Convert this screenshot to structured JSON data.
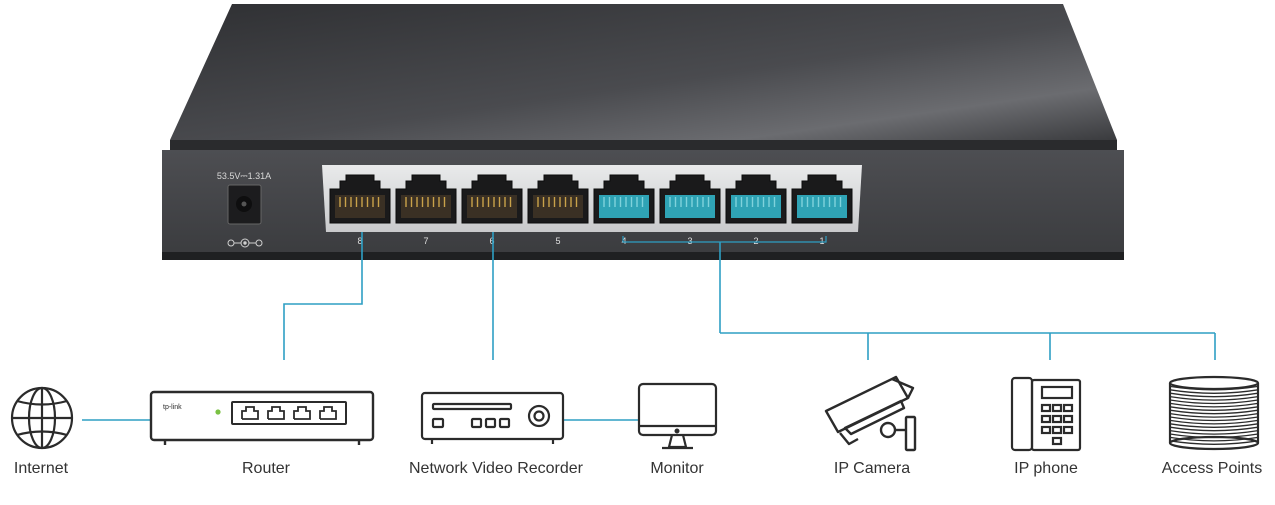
{
  "switch": {
    "power_rating": "53.5V⎓1.31A",
    "ports": [
      {
        "number": "8",
        "poe": false
      },
      {
        "number": "7",
        "poe": false
      },
      {
        "number": "6",
        "poe": false
      },
      {
        "number": "5",
        "poe": false
      },
      {
        "number": "4",
        "poe": true
      },
      {
        "number": "3",
        "poe": true
      },
      {
        "number": "2",
        "poe": true
      },
      {
        "number": "1",
        "poe": true
      }
    ]
  },
  "router_brand": "tp-link",
  "devices": [
    {
      "key": "internet",
      "label": "Internet",
      "icon": "globe-icon"
    },
    {
      "key": "router",
      "label": "Router",
      "icon": "router-icon"
    },
    {
      "key": "nvr",
      "label": "Network Video Recorder",
      "icon": "nvr-icon"
    },
    {
      "key": "monitor",
      "label": "Monitor",
      "icon": "monitor-icon"
    },
    {
      "key": "ip_camera",
      "label": "IP Camera",
      "icon": "camera-icon"
    },
    {
      "key": "ip_phone",
      "label": "IP phone",
      "icon": "phone-icon"
    },
    {
      "key": "access_points",
      "label": "Access Points",
      "icon": "access-point-icon"
    }
  ],
  "colors": {
    "line": "#2e9fc4",
    "poe_port": "#2fa3b5",
    "chassis": "#3e3f42",
    "icon_stroke": "#2b2b2b"
  }
}
